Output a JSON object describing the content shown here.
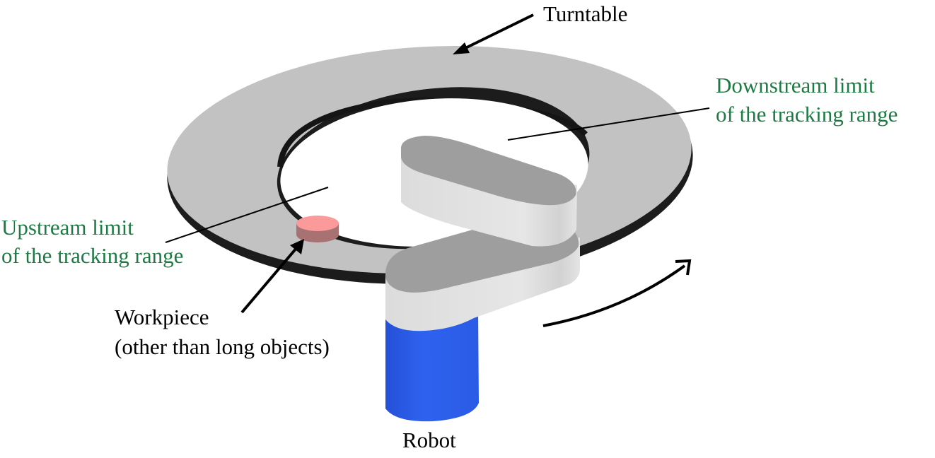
{
  "labels": {
    "turntable": "Turntable",
    "downstream_line1": "Downstream limit",
    "downstream_line2": "of the tracking range",
    "upstream_line1": "Upstream limit",
    "upstream_line2": "of the tracking range",
    "workpiece_line1": "Workpiece",
    "workpiece_line2": "(other than long objects)",
    "robot": "Robot"
  },
  "colors": {
    "limit_text": "#1e7a44",
    "turntable_surface": "#c2c2c2",
    "turntable_edge": "#1a1a1a",
    "arm_top": "#9e9e9e",
    "arm_side": "#e0e0e0",
    "robot_base": "#2b5de8",
    "workpiece_top": "#fa9a9a",
    "workpiece_side": "#a97272"
  },
  "rotation_direction": "counterclockwise"
}
